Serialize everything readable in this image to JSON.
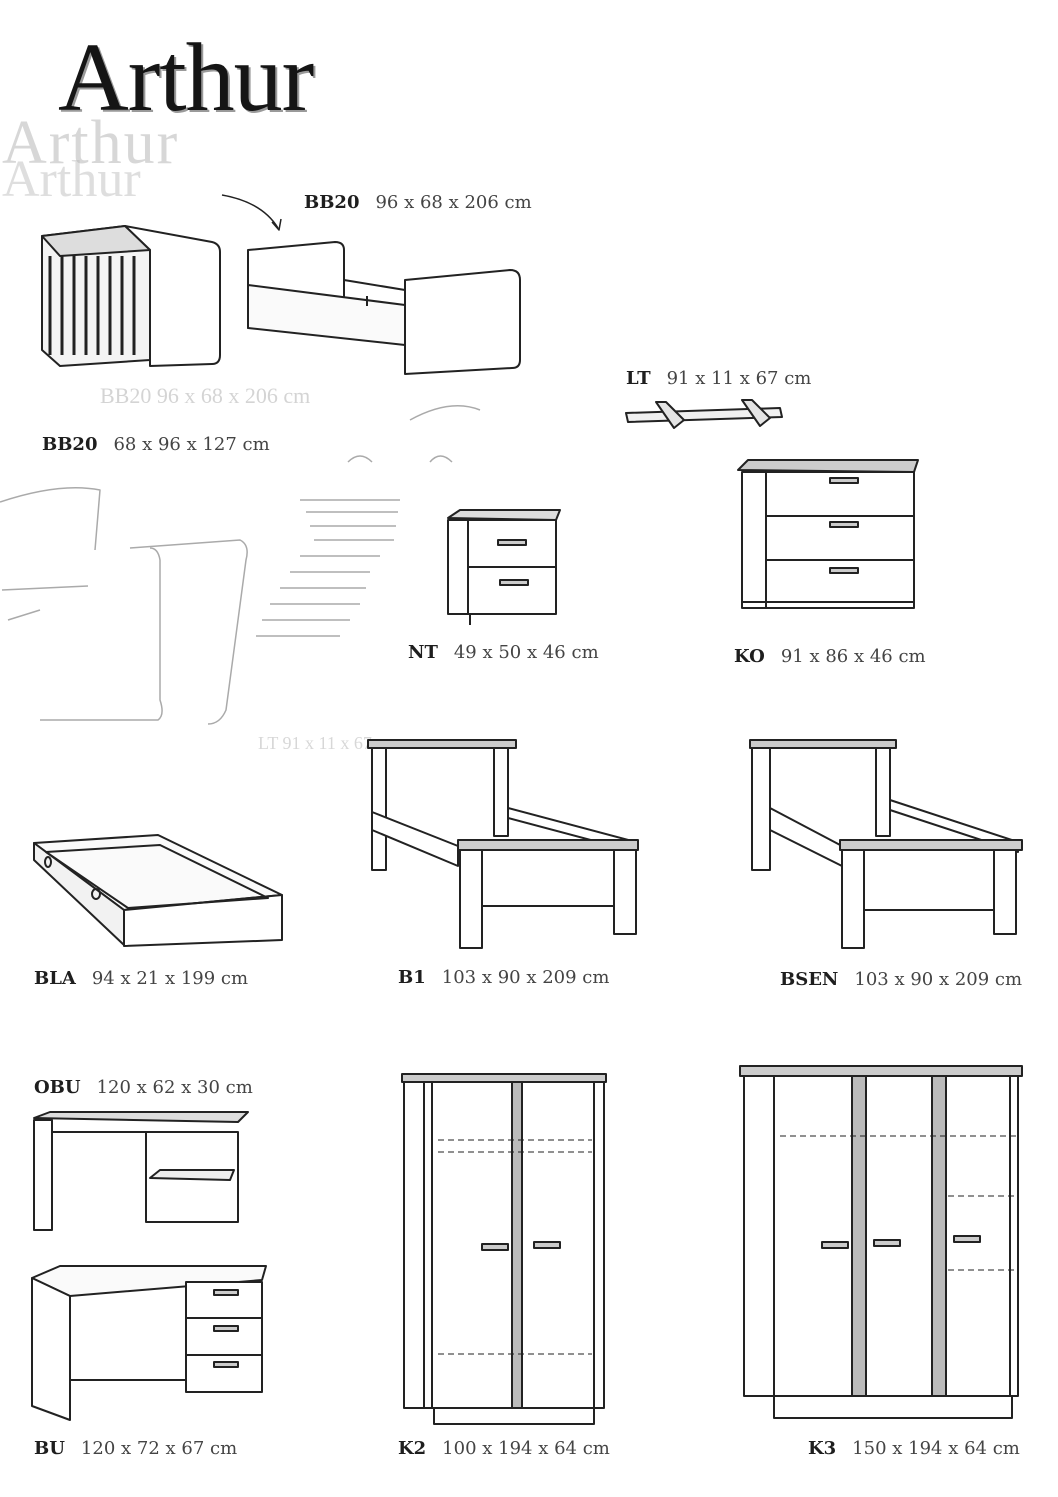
{
  "title": "Arthur",
  "ghost_text": {
    "line1": "Arthur",
    "line2": "Arthur",
    "line3": "BB20  96 x 68 x 206 cm",
    "line4": "LT  91 x 11 x 67"
  },
  "items": {
    "bb20_convert": {
      "code": "BB20",
      "dims": "96 x 68 x 206 cm"
    },
    "bb20_cot": {
      "code": "BB20",
      "dims": "68 x 96 x 127 cm"
    },
    "lt": {
      "code": "LT",
      "dims": "91 x 11 x 67 cm"
    },
    "nt": {
      "code": "NT",
      "dims": "49 x 50 x 46 cm"
    },
    "ko": {
      "code": "KO",
      "dims": "91 x 86 x 46 cm"
    },
    "bla": {
      "code": "BLA",
      "dims": "94 x 21 x 199 cm"
    },
    "b1": {
      "code": "B1",
      "dims": "103 x  90 x 209 cm"
    },
    "bsen": {
      "code": "BSEN",
      "dims": "103 x  90 x 209 cm"
    },
    "obu": {
      "code": "OBU",
      "dims": "120 x 62 x 30 cm"
    },
    "bu": {
      "code": "BU",
      "dims": "120 x 72 x 67 cm"
    },
    "k2": {
      "code": "K2",
      "dims": "100 x 194 x 64 cm"
    },
    "k3": {
      "code": "K3",
      "dims": "150 x 194 x 64 cm"
    }
  }
}
